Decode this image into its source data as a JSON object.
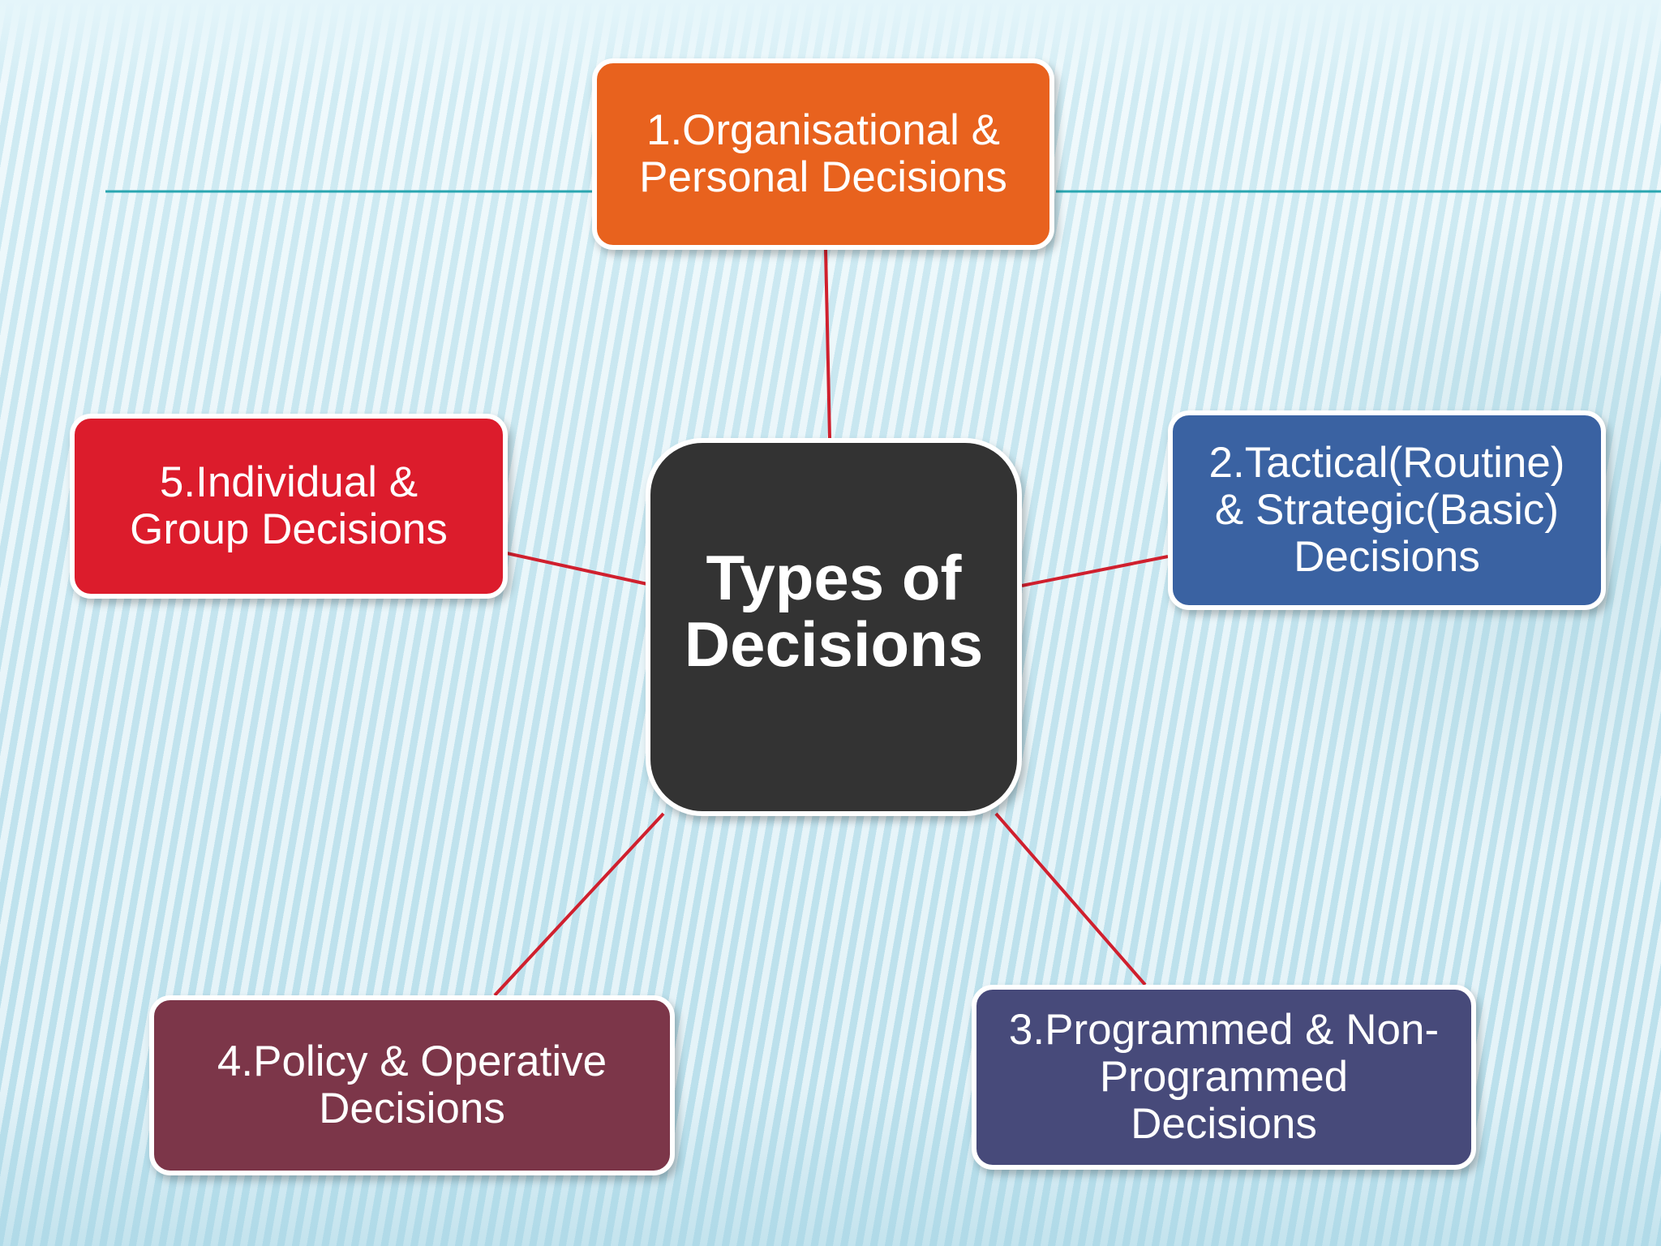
{
  "diagram": {
    "center": {
      "label": "Types of\nDecisions",
      "color": "#333333"
    },
    "nodes": [
      {
        "id": "node-1",
        "label": "1.Organisational &\nPersonal Decisions",
        "color": "#e8621e"
      },
      {
        "id": "node-2",
        "label": "2.Tactical(Routine)\n& Strategic(Basic)\nDecisions",
        "color": "#3a62a2"
      },
      {
        "id": "node-3",
        "label": "3.Programmed & Non-\nProgrammed\nDecisions",
        "color": "#474a7a"
      },
      {
        "id": "node-4",
        "label": "4.Policy & Operative\nDecisions",
        "color": "#7c3649"
      },
      {
        "id": "node-5",
        "label": "5.Individual &\nGroup Decisions",
        "color": "#dc1c2c"
      }
    ],
    "connector_color": "#d0202e",
    "divider_color": "#2aa6b0"
  }
}
